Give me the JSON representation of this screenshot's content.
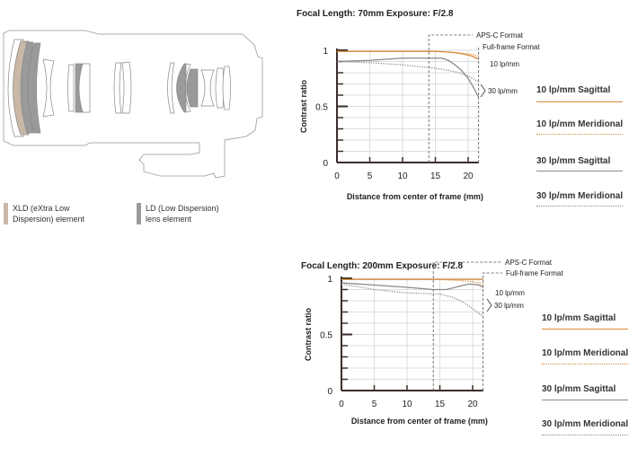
{
  "lens_legend": [
    {
      "label_line1": "XLD (eXtra Low",
      "label_line2": "Dispersion) element",
      "color": "#c9b8a6"
    },
    {
      "label_line1": "LD (Low Dispersion)",
      "label_line2": "lens element",
      "color": "#9a9a9a"
    }
  ],
  "colors": {
    "orange": "#d9893a",
    "gray": "#8a8a8a",
    "axis": "#3a2e2a",
    "grid": "#dddddd"
  },
  "chart_data": [
    {
      "type": "line",
      "title": "Focal Length: 70mm   Exposure: F/2.8",
      "xlabel": "Distance from center of frame (mm)",
      "ylabel": "Contrast ratio",
      "xlim": [
        0,
        21.6
      ],
      "ylim": [
        0,
        1
      ],
      "xticks": [
        "0",
        "5",
        "10",
        "15",
        "20"
      ],
      "xtick_values": [
        0,
        5,
        10,
        15,
        20
      ],
      "yticks": [
        "0",
        "0.5",
        "1"
      ],
      "ytick_values": [
        0,
        0.5,
        1
      ],
      "annotations": {
        "apsc": "APS-C Format",
        "apsc_x": 14,
        "fullframe": "Full-frame Format",
        "fullframe_x": 21.6,
        "lp10": "10 lp/mm",
        "lp30": "30 lp/mm"
      },
      "series": [
        {
          "name": "10 lp/mm Sagittal",
          "style": "solid",
          "color": "orange",
          "x": [
            0,
            5,
            10,
            15,
            17,
            19,
            20.5,
            21.6
          ],
          "y": [
            0.99,
            0.99,
            0.99,
            0.99,
            0.985,
            0.97,
            0.95,
            0.92
          ]
        },
        {
          "name": "10 lp/mm Meridional",
          "style": "dotted",
          "color": "orange",
          "x": [
            0,
            5,
            10,
            15,
            18,
            20,
            21.6
          ],
          "y": [
            0.99,
            0.99,
            0.99,
            0.99,
            0.98,
            0.97,
            0.95
          ]
        },
        {
          "name": "30 lp/mm Sagittal",
          "style": "solid",
          "color": "gray",
          "x": [
            0,
            5,
            10,
            16,
            17,
            18,
            19,
            20,
            21,
            21.6
          ],
          "y": [
            0.9,
            0.91,
            0.93,
            0.93,
            0.91,
            0.87,
            0.82,
            0.75,
            0.65,
            0.58
          ]
        },
        {
          "name": "30 lp/mm Meridional",
          "style": "dotted",
          "color": "gray",
          "x": [
            0,
            5,
            10,
            15,
            18,
            20,
            21.6
          ],
          "y": [
            0.9,
            0.89,
            0.87,
            0.84,
            0.81,
            0.77,
            0.72
          ]
        }
      ]
    },
    {
      "type": "line",
      "title": "Focal Length: 200mm   Exposure: F/2.8",
      "xlabel": "Distance from center of frame (mm)",
      "ylabel": "Contrast ratio",
      "xlim": [
        0,
        21.6
      ],
      "ylim": [
        0,
        1
      ],
      "xticks": [
        "0",
        "5",
        "10",
        "15",
        "20"
      ],
      "xtick_values": [
        0,
        5,
        10,
        15,
        20
      ],
      "yticks": [
        "0",
        "0.5",
        "1"
      ],
      "ytick_values": [
        0,
        0.5,
        1
      ],
      "annotations": {
        "apsc": "APS-C Format",
        "apsc_x": 14,
        "fullframe": "Full-frame Format",
        "fullframe_x": 21.6,
        "lp10": "10 lp/mm",
        "lp30": "30 lp/mm"
      },
      "series": [
        {
          "name": "10 lp/mm Sagittal",
          "style": "solid",
          "color": "orange",
          "x": [
            0,
            5,
            10,
            15,
            20,
            21.6
          ],
          "y": [
            0.99,
            0.99,
            0.99,
            0.99,
            0.99,
            0.99
          ]
        },
        {
          "name": "10 lp/mm Meridional",
          "style": "dotted",
          "color": "orange",
          "x": [
            0,
            5,
            10,
            15,
            18,
            20,
            21.6
          ],
          "y": [
            0.99,
            0.99,
            0.99,
            0.99,
            0.98,
            0.97,
            0.95
          ]
        },
        {
          "name": "30 lp/mm Sagittal",
          "style": "solid",
          "color": "gray",
          "x": [
            0,
            5,
            10,
            14,
            16,
            18,
            19.5,
            21,
            21.6
          ],
          "y": [
            0.96,
            0.94,
            0.92,
            0.9,
            0.9,
            0.93,
            0.95,
            0.94,
            0.92
          ]
        },
        {
          "name": "30 lp/mm Meridional",
          "style": "dotted",
          "color": "gray",
          "x": [
            0,
            5,
            10,
            15,
            17,
            18.5,
            20,
            21.6
          ],
          "y": [
            0.95,
            0.9,
            0.87,
            0.86,
            0.83,
            0.79,
            0.73,
            0.66
          ]
        }
      ]
    }
  ]
}
